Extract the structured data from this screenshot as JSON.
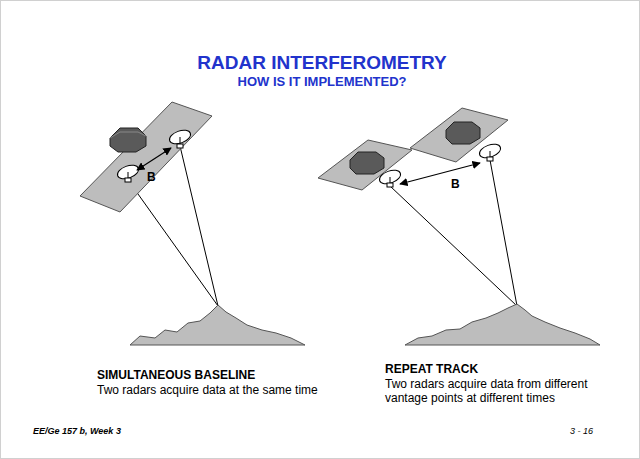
{
  "diagram": {
    "title": "RADAR INTERFEROMETRY",
    "labels": [
      "HOW IS IT IMPLEMENTED?",
      "B",
      "B",
      "SIMULTANEOUS BASELINE",
      "Two radars acquire data at the same time",
      "REPEAT TRACK",
      "Two radars acquire data from different vantage points at different times",
      "EE/Ge 157 b, Week 3",
      "3 - 16"
    ]
  }
}
